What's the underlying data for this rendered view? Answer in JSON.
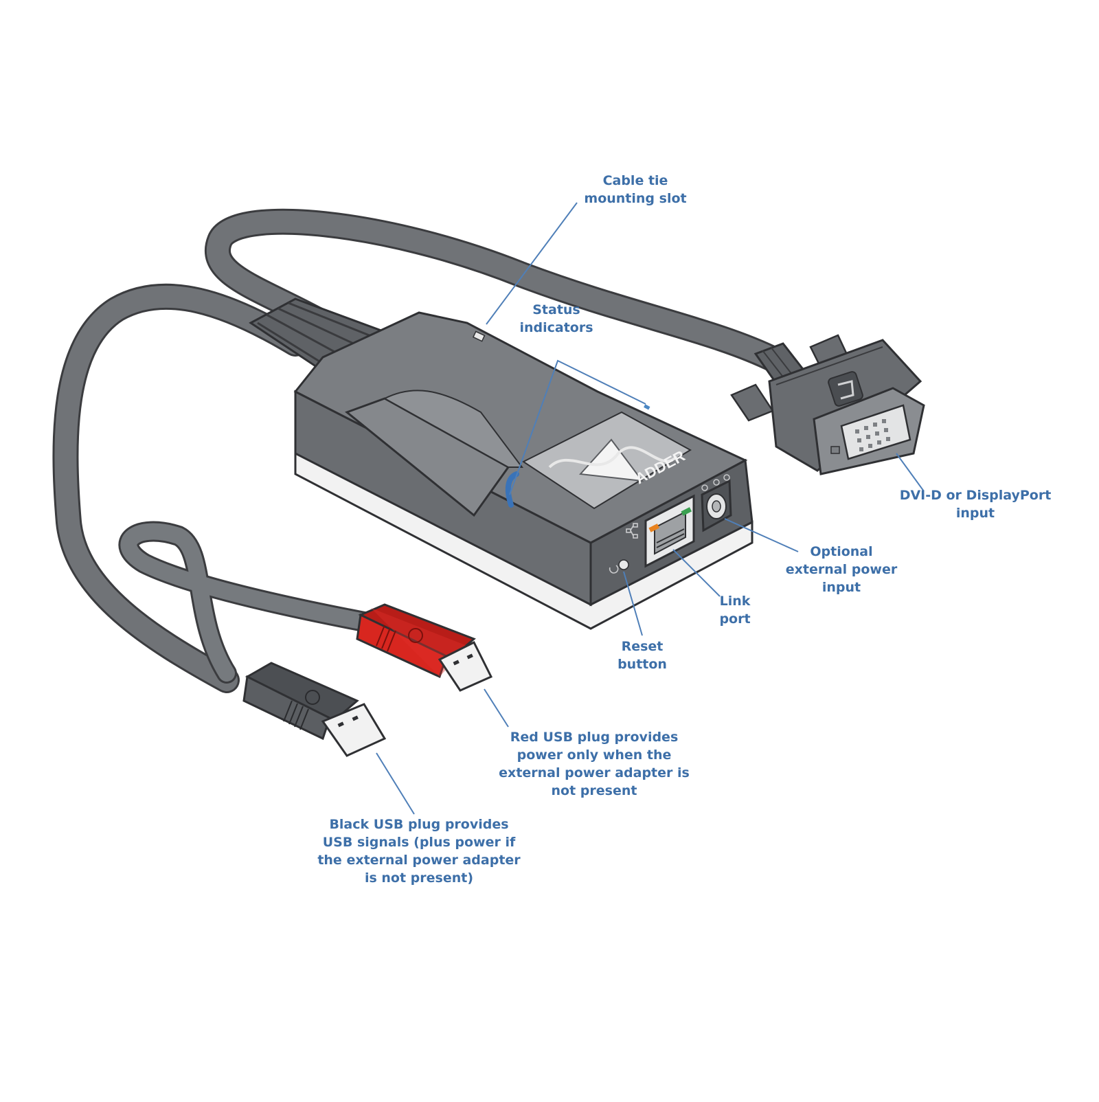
{
  "device": {
    "logo_text": "ADDER"
  },
  "labels": {
    "cable_tie": [
      "Cable tie",
      "mounting slot"
    ],
    "status": [
      "Status",
      "indicators"
    ],
    "dvi": [
      "DVI-D or DisplayPort",
      "input"
    ],
    "power": [
      "Optional",
      "external power",
      "input"
    ],
    "link": [
      "Link",
      "port"
    ],
    "reset": [
      "Reset",
      "button"
    ],
    "red_usb": [
      "Red USB plug provides",
      "power only when the",
      "external power adapter is",
      "not present"
    ],
    "black_usb": [
      "Black USB plug provides",
      "USB signals (plus power if",
      "the external power adapter",
      "is not present)"
    ]
  },
  "colors": {
    "label_text": "#3d6fa8",
    "leader_line": "#4f7fb8",
    "body_gray": "#6f7276",
    "cable_gray": "#6b6e72",
    "red_plug": "#d8261f",
    "status_led": "#3a73b8",
    "led_orange": "#e8821e",
    "led_green": "#3aa050"
  }
}
